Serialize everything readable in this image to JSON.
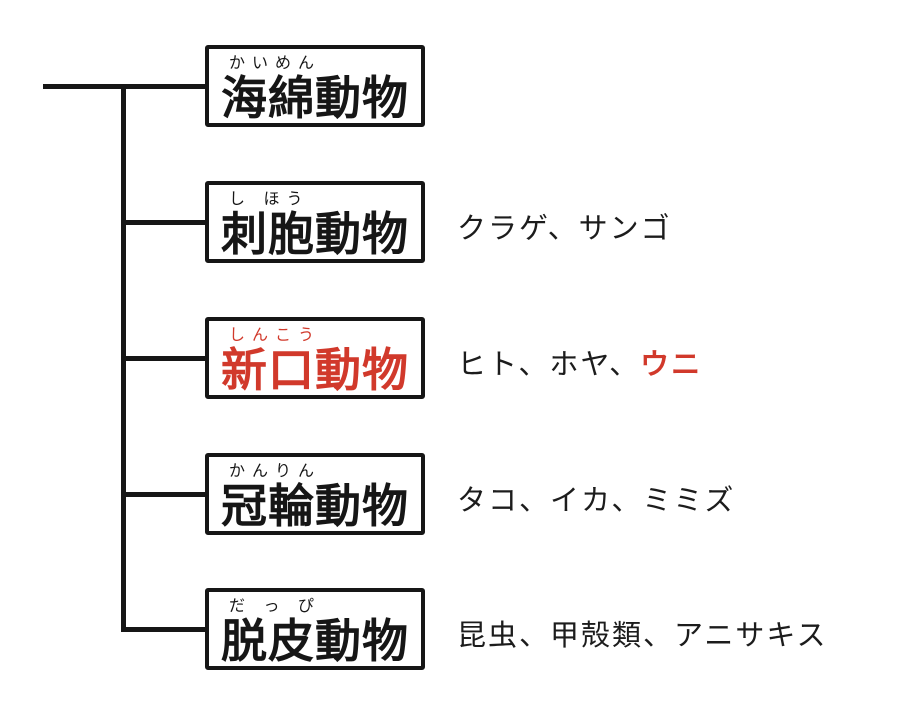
{
  "colors": {
    "line_black": "#161616",
    "accent_red": "#d1392b",
    "background": "#ffffff"
  },
  "rows": [
    {
      "furigana": "かいめん",
      "label": "海綿動物",
      "example": "",
      "example_highlight": "",
      "highlighted": false
    },
    {
      "furigana": "し ほう",
      "label": "刺胞動物",
      "example": "クラゲ、サンゴ",
      "example_highlight": "",
      "highlighted": false
    },
    {
      "furigana": "しんこう",
      "label": "新口動物",
      "example": "ヒト、ホヤ、",
      "example_highlight": "ウニ",
      "highlighted": true
    },
    {
      "furigana": "かんりん",
      "label": "冠輪動物",
      "example": "タコ、イカ、ミミズ",
      "example_highlight": "",
      "highlighted": false
    },
    {
      "furigana": "だ っ ぴ",
      "label": "脱皮動物",
      "example": "昆虫、甲殻類、アニサキス",
      "example_highlight": "",
      "highlighted": false
    }
  ]
}
